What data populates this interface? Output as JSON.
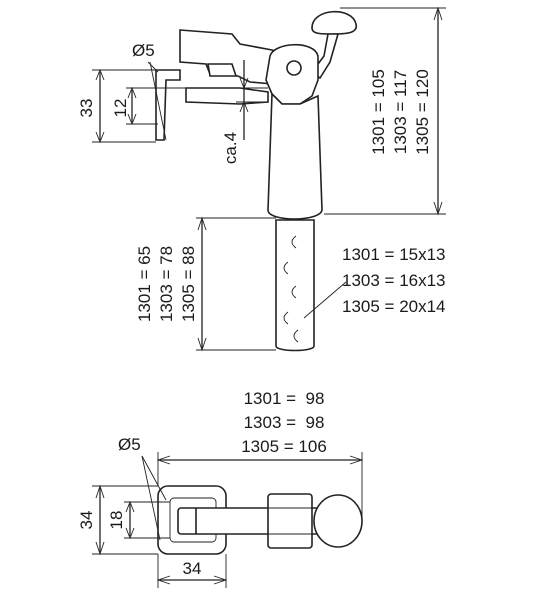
{
  "top_view": {
    "dim_diameter": "Ø5",
    "dim_33": "33",
    "dim_12": "12",
    "dim_ca4": "ca.4",
    "height_1301": "1301 = 105",
    "height_1303": "1303 = 117",
    "height_1305": "1305 = 120",
    "pin_1301": "1301 = 65",
    "pin_1303": "1303 = 78",
    "pin_1305": "1305 = 88",
    "section_1301": "1301 = 15x13",
    "section_1303": "1303 = 16x13",
    "section_1305": "1305 = 20x14"
  },
  "bottom_view": {
    "len_1301": "1301 =  98",
    "len_1303": "1303 =  98",
    "len_1305": "1305 = 106",
    "dim_diameter": "Ø5",
    "dim_34_v": "34",
    "dim_18": "18",
    "dim_34_h": "34"
  }
}
